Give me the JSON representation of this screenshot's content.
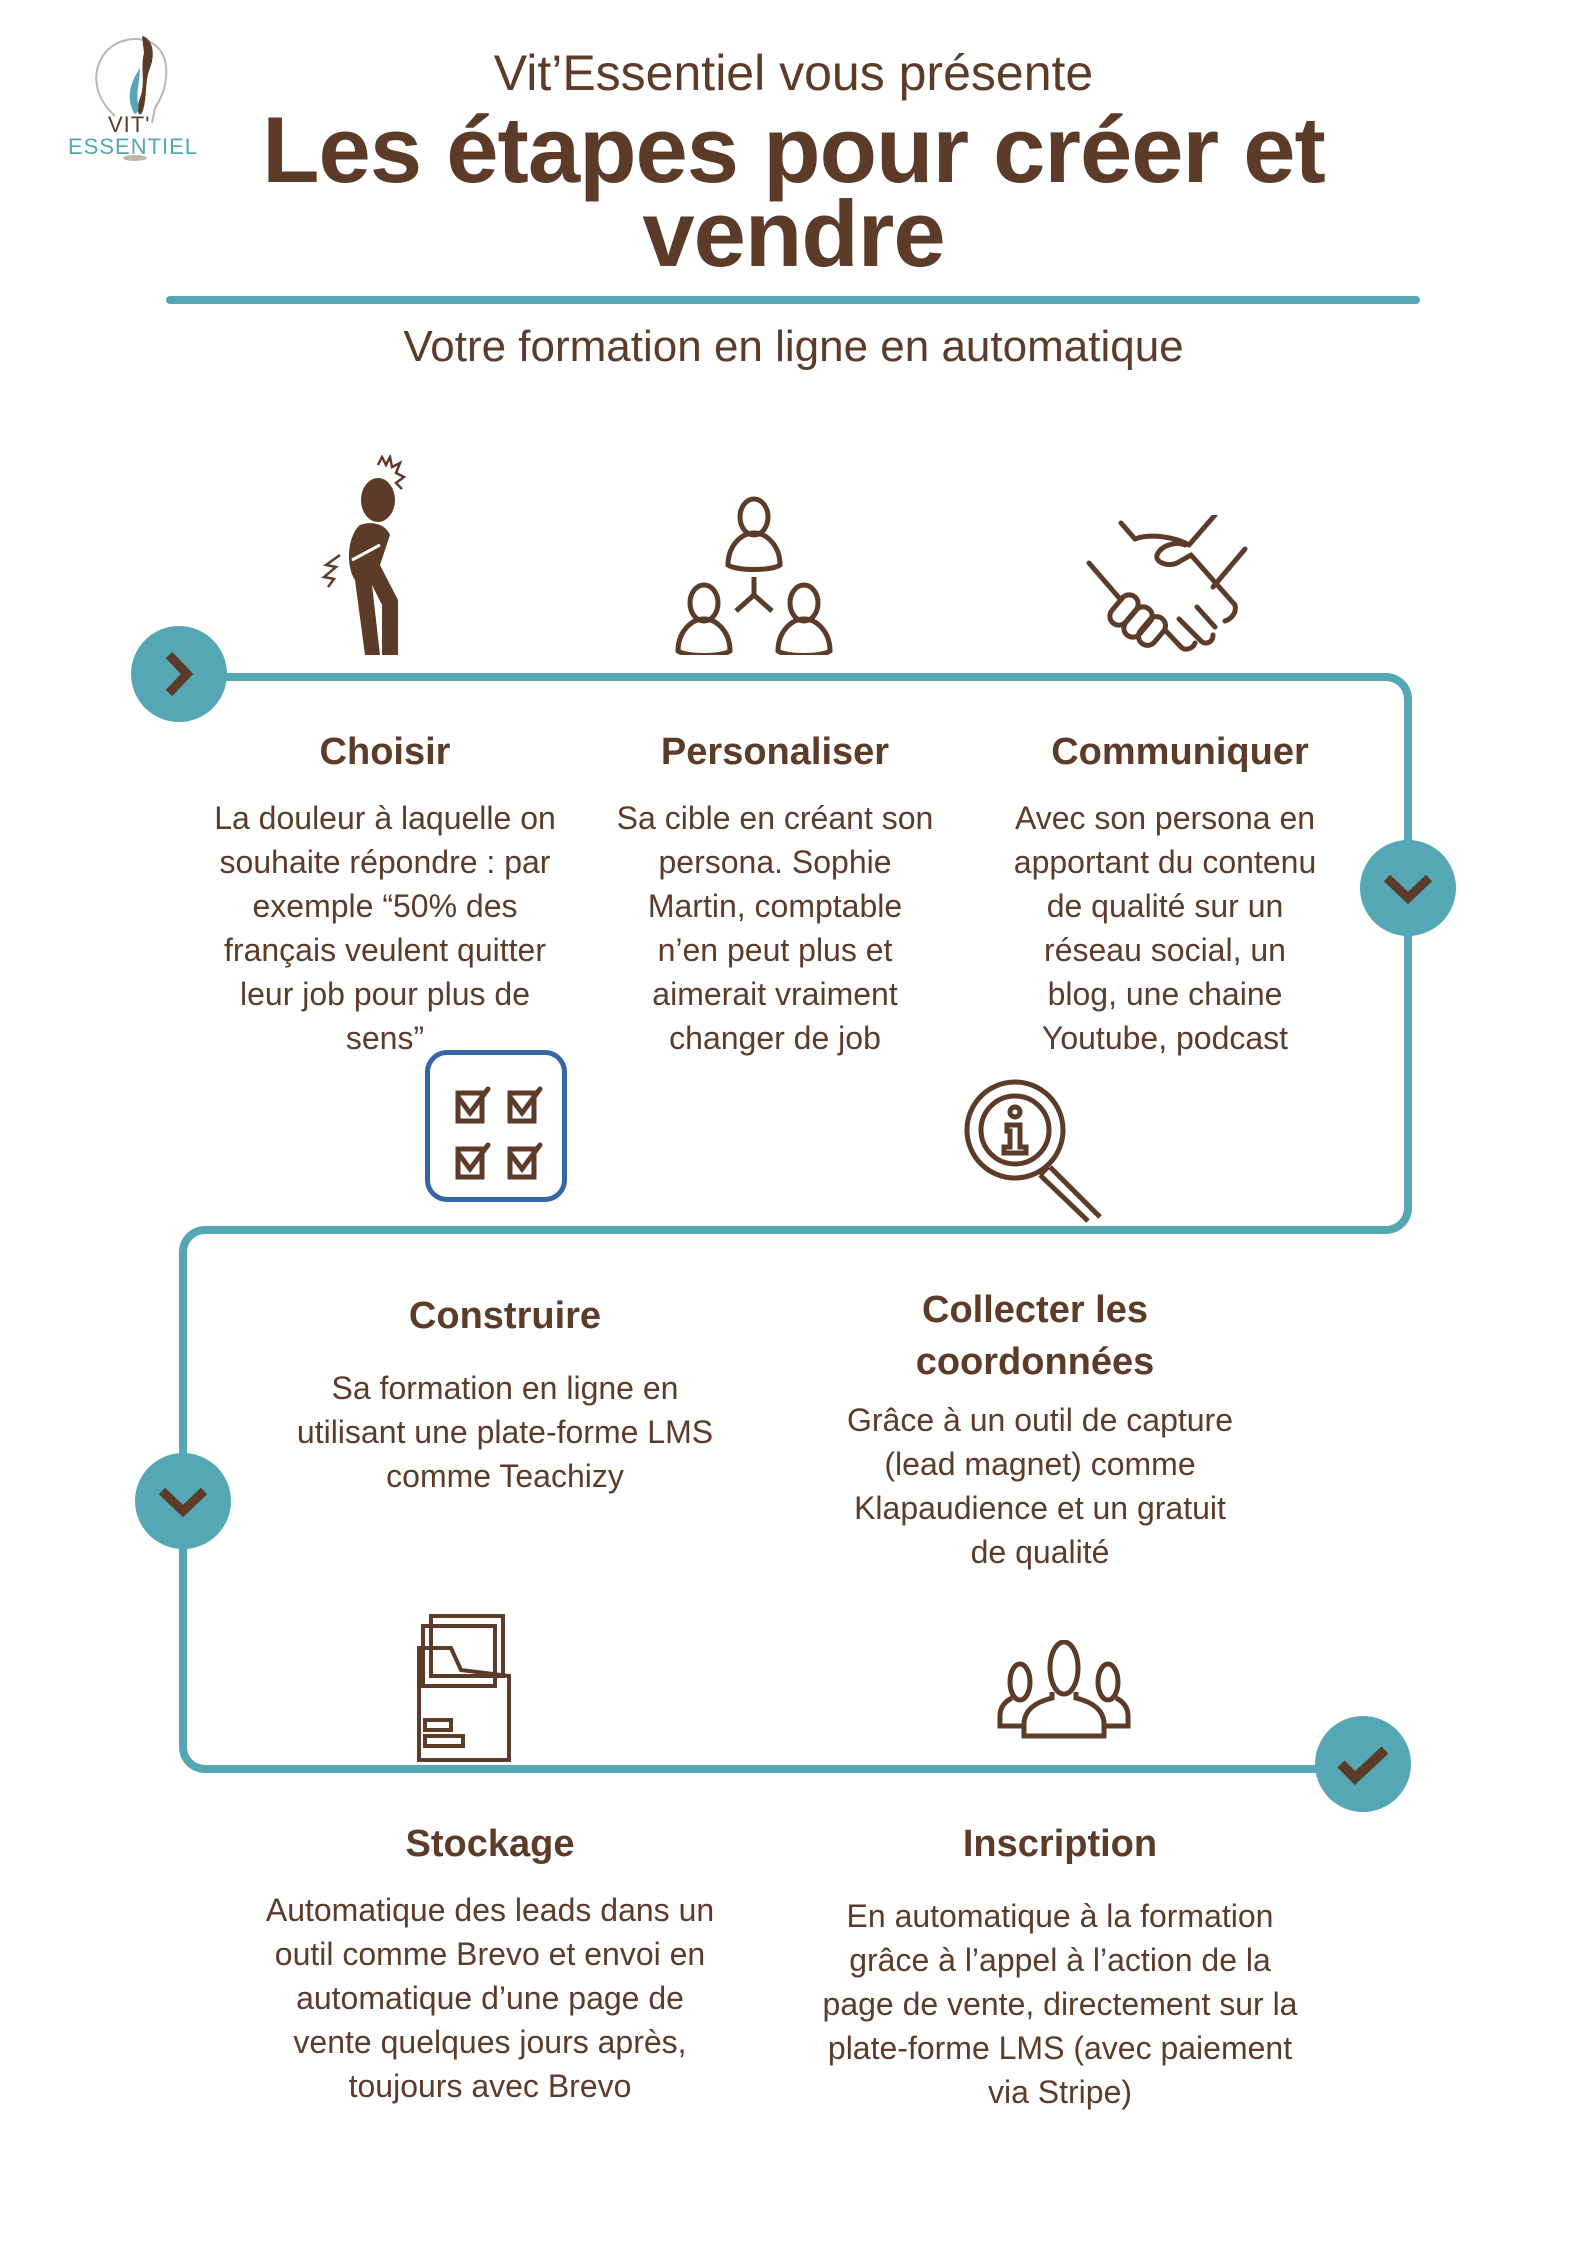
{
  "brand": {
    "logo_line1": "VIT'",
    "logo_line2": "ESSENTIEL",
    "colors": {
      "brown": "#5c3b28",
      "teal": "#55a7b6",
      "blue_box": "#3566a8"
    }
  },
  "header": {
    "presenter": "Vit’Essentiel vous présente",
    "title_line1": "Les étapes pour créer et",
    "title_line2": "vendre",
    "subtitle": "Votre formation en ligne en automatique"
  },
  "icons": {
    "pain": "person-in-pain-icon",
    "network": "people-network-icon",
    "handshake": "handshake-icon",
    "checklist": "checklist-icon",
    "search_info": "magnifier-info-icon",
    "folder": "folder-documents-icon",
    "group": "user-group-icon",
    "start": "chevron-right-icon",
    "turn": "chevron-down-icon",
    "end": "checkmark-icon"
  },
  "steps": [
    {
      "title": "Choisir",
      "lines": [
        "La douleur à laquelle on",
        "souhaite répondre : par",
        "exemple “50% des",
        "français veulent quitter",
        "leur job pour plus de",
        "sens”"
      ]
    },
    {
      "title": "Personaliser",
      "lines": [
        "Sa cible en créant son",
        "persona. Sophie",
        "Martin, comptable",
        "n’en peut plus et",
        "aimerait vraiment",
        "changer de job"
      ]
    },
    {
      "title": "Communiquer",
      "lines": [
        "Avec son persona en",
        "apportant du contenu",
        "de qualité sur un",
        "réseau social, un",
        "blog, une chaine",
        "Youtube, podcast"
      ]
    },
    {
      "title": "Construire",
      "lines": [
        "Sa formation en ligne en",
        "utilisant une plate-forme LMS",
        "comme Teachizy"
      ]
    },
    {
      "title_line1": "Collecter les",
      "title_line2": "coordonnées",
      "lines": [
        "Grâce à un outil de capture",
        "(lead magnet) comme",
        "Klapaudience et un gratuit",
        "de qualité"
      ]
    },
    {
      "title": "Stockage",
      "lines": [
        "Automatique  des leads dans un",
        "outil comme Brevo  et envoi en",
        "automatique d’une page de",
        "vente quelques jours après,",
        "toujours avec Brevo"
      ]
    },
    {
      "title": "Inscription",
      "lines": [
        "En automatique à la formation",
        "grâce à l’appel à l’action de la",
        "page de vente, directement sur la",
        "plate-forme LMS (avec paiement",
        "via Stripe)"
      ]
    }
  ]
}
